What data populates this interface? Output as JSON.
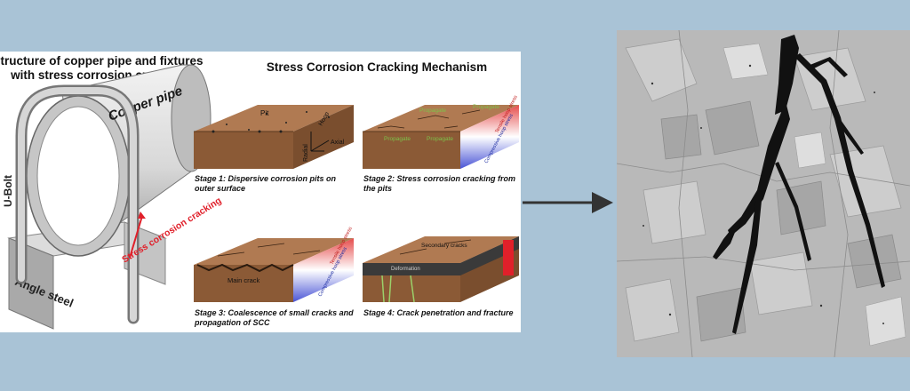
{
  "left_panel": {
    "title_line1": "Structure of copper pipe and fixtures",
    "title_line2": "with stress corrosion cracking",
    "label_copper_pipe": "Copper pipe",
    "label_u_bolt": "U-Bolt",
    "label_angle_steel": "Angle steel",
    "label_scc": "Stress corrosion cracking"
  },
  "mechanism": {
    "title": "Stress Corrosion Cracking Mechanism",
    "stage1": {
      "caption_line1": "Stage 1: Dispersive corrosion pits on",
      "caption_line2": "outer surface",
      "label_pit": "Pit",
      "label_hoop": "Hoop",
      "label_axial": "Axial",
      "label_radial": "Radial"
    },
    "stage2": {
      "caption_line1": "Stage 2: Stress corrosion cracking from",
      "caption_line2": "the pits",
      "label_propagate": "Propagate",
      "label_tensile": "Tensile hoop stress",
      "label_compressive": "Compressive hoop stress"
    },
    "stage3": {
      "caption_line1": "Stage 3: Coalescence of small cracks and",
      "caption_line2": "propagation of SCC",
      "label_main_crack": "Main crack",
      "label_tensile": "Tensile hoop stress",
      "label_compressive": "Compressive hoop stress"
    },
    "stage4": {
      "caption": "Stage 4: Crack penetration and fracture",
      "label_secondary": "Secondary cracks",
      "label_deformation": "Deformation"
    }
  },
  "colors": {
    "background": "#a9c3d6",
    "copper_top": "#b07a52",
    "copper_side": "#8b5a36",
    "tensile": "#e54b4b",
    "compressive": "#4a55d6",
    "scc_red": "#e0202a"
  }
}
